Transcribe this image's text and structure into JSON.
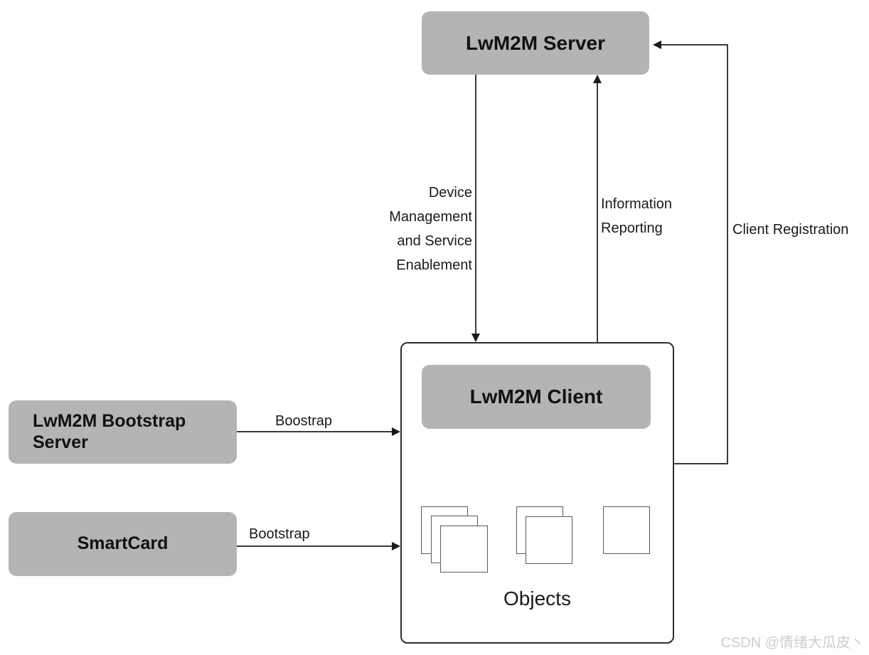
{
  "diagram": {
    "type": "architecture-diagram",
    "subject": "LwM2M architecture",
    "nodes": {
      "lwm2m_server": "LwM2M Server",
      "lwm2m_client": "LwM2M Client",
      "lwm2m_bootstrap_server": "LwM2M Bootstrap\nServer",
      "smartcard": "SmartCard",
      "objects_label": "Objects"
    },
    "edges": {
      "device_management": "Device\nManagement\nand Service\nEnablement",
      "information_reporting": "Information\nReporting",
      "client_registration": "Client Registration",
      "boostrap": "Boostrap",
      "bootstrap": "Bootstrap"
    },
    "colors": {
      "node_fill": "#b4b4b4",
      "container_border": "#2e2e2e",
      "line": "#3a3a3a",
      "text": "#1a1a1a",
      "watermark": "#cdcdcd",
      "background": "#ffffff"
    },
    "watermark": "CSDN @情绪大瓜皮丶"
  }
}
